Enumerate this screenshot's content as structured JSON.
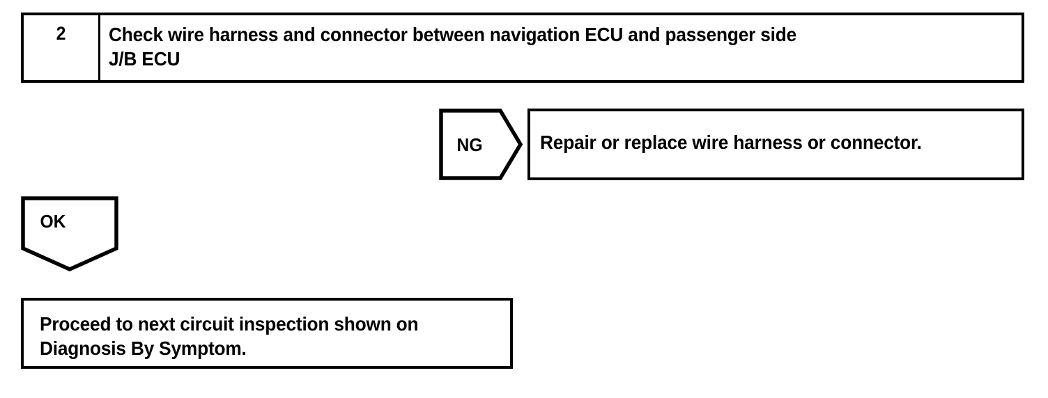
{
  "document": {
    "type": "automotive-diagnostic-flowchart",
    "background_color": "#ffffff",
    "line_color": "#000000"
  },
  "step": {
    "number": "2",
    "instruction": "Check wire harness and connector between navigation ECU and passenger side\nJ/B ECU"
  },
  "branches": {
    "ng": {
      "label": "NG",
      "marker_shape": "right-pointing-pentagon-arrow",
      "outcome_text": "Repair or replace wire harness or connector."
    },
    "ok": {
      "label": "OK",
      "marker_shape": "down-pointing-pentagon-arrow",
      "outcome_text": "Proceed to next circuit inspection shown on\nDiagnosis By Symptom."
    }
  }
}
